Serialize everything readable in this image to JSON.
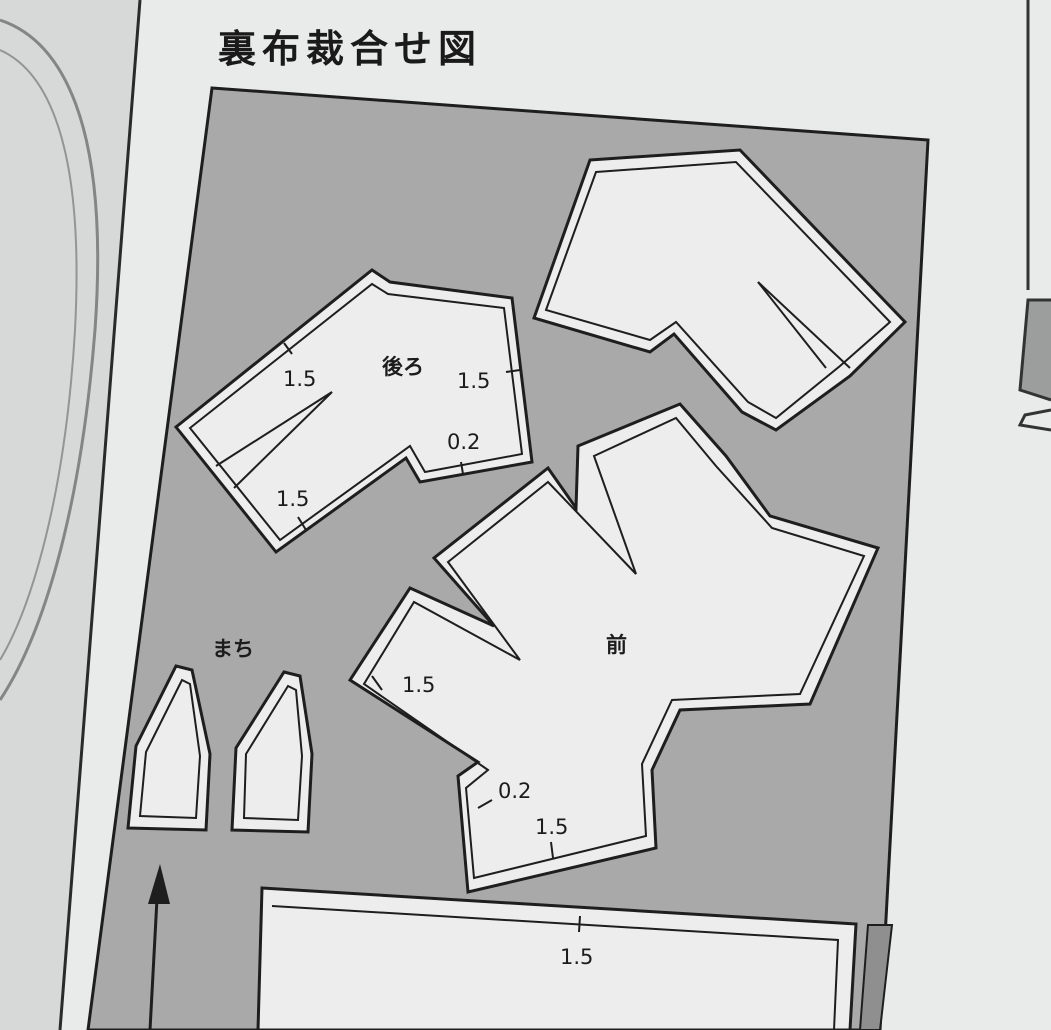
{
  "title": "裏布裁合せ図",
  "pieces": {
    "back": {
      "name": "後ろ",
      "sa_left": "1.5",
      "sa_right": "1.5",
      "sa_hem": "0.2",
      "sa_bottom": "1.5"
    },
    "front": {
      "name": "前",
      "sa_left": "1.5",
      "sa_hem": "0.2",
      "sa_bottom": "1.5"
    },
    "gusset": {
      "name": "まち"
    },
    "waistband": {
      "sa": "1.5"
    }
  }
}
